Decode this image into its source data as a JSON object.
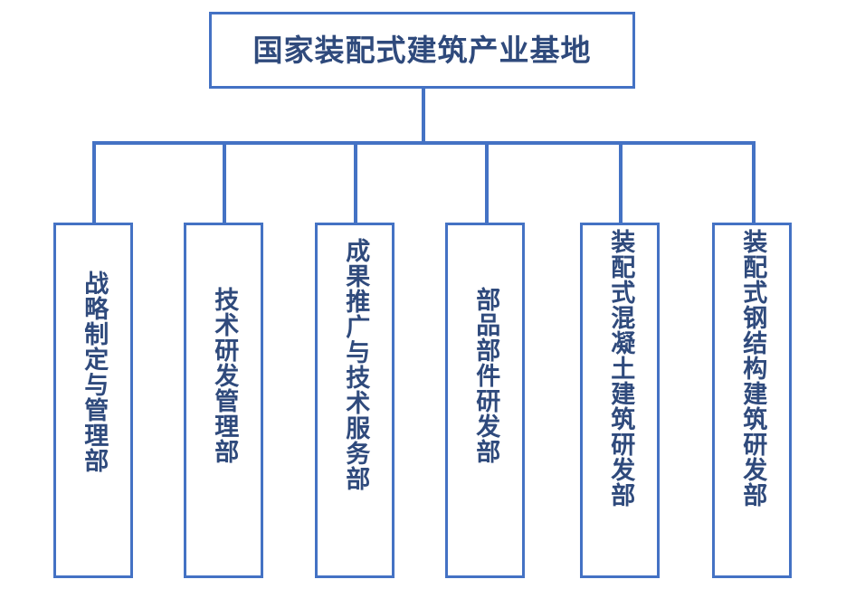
{
  "chart_data": {
    "type": "diagram",
    "subtype": "organization-chart",
    "title": "国家装配式建筑产业基地",
    "orientation": "top-down",
    "text_direction": "vertical",
    "colors": {
      "border": "#4472C4",
      "connector": "#4472C4",
      "text": "#2F4A7C",
      "background": "#FFFFFF"
    },
    "root": {
      "id": "root",
      "label": "国家装配式建筑产业基地",
      "level": 0
    },
    "children": [
      {
        "id": "dept-1",
        "label": "战略制定与管理部",
        "level": 1,
        "char_count": 8
      },
      {
        "id": "dept-2",
        "label": "技术研发管理部",
        "level": 1,
        "char_count": 7
      },
      {
        "id": "dept-3",
        "label": "成果推广与技术服务部",
        "level": 1,
        "char_count": 10
      },
      {
        "id": "dept-4",
        "label": "部品部件研发部",
        "level": 1,
        "char_count": 7
      },
      {
        "id": "dept-5",
        "label": "装配式混凝土建筑研发部",
        "level": 1,
        "char_count": 11
      },
      {
        "id": "dept-6",
        "label": "装配式钢结构建筑研发部",
        "level": 1,
        "char_count": 11
      }
    ],
    "edges": [
      {
        "from": "root",
        "to": "dept-1"
      },
      {
        "from": "root",
        "to": "dept-2"
      },
      {
        "from": "root",
        "to": "dept-3"
      },
      {
        "from": "root",
        "to": "dept-4"
      },
      {
        "from": "root",
        "to": "dept-5"
      },
      {
        "from": "root",
        "to": "dept-6"
      }
    ]
  },
  "diagram": {
    "root": {
      "label": "国家装配式建筑产业基地"
    },
    "nodes": [
      {
        "label": "战略制定与管理部"
      },
      {
        "label": "技术研发管理部"
      },
      {
        "label": "成果推广与技术服务部"
      },
      {
        "label": "部品部件研发部"
      },
      {
        "label": "装配式混凝土建筑研发部"
      },
      {
        "label": "装配式钢结构建筑研发部"
      }
    ]
  }
}
